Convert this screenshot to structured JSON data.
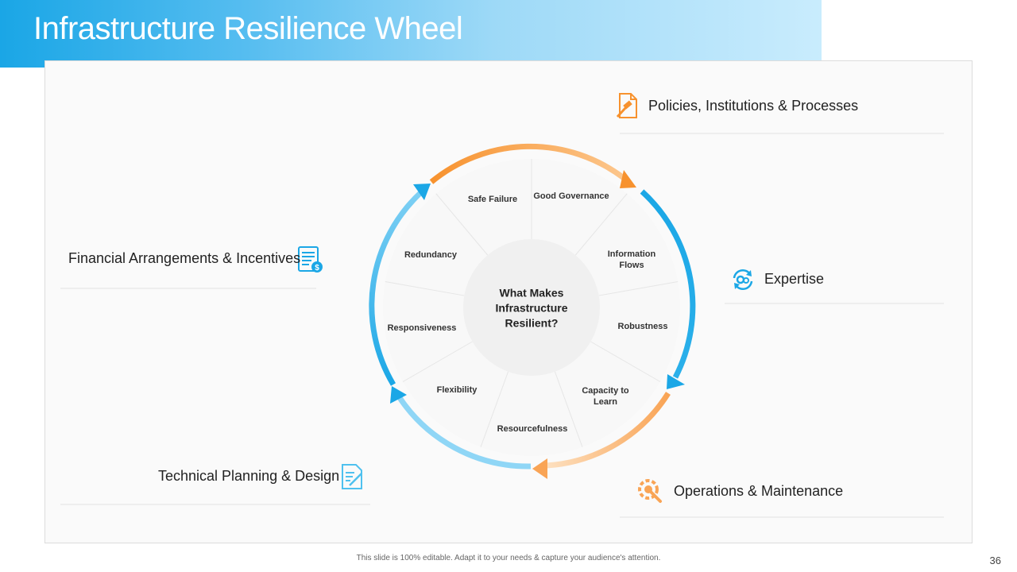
{
  "slide": {
    "title": "Infrastructure Resilience Wheel",
    "footer": "This slide is 100% editable. Adapt it to your needs & capture your audience's attention.",
    "page_number": "36"
  },
  "wheel": {
    "center": "What Makes\nInfrastructure\nResilient?",
    "sectors": [
      "Good Governance",
      "Information\nFlows",
      "Robustness",
      "Capacity to\nLearn",
      "Resourcefulness",
      "Flexibility",
      "Responsiveness",
      "Redundancy",
      "Safe Failure"
    ],
    "colors": {
      "orange": "#f7922e",
      "orange_light": "#fcd3a6",
      "blue": "#1ba7e6",
      "blue_light": "#8fd6f6"
    }
  },
  "pillars": [
    {
      "label": "Policies, Institutions & Processes",
      "icon": "gavel-icon"
    },
    {
      "label": "Expertise",
      "icon": "gears-refresh-icon"
    },
    {
      "label": "Operations & Maintenance",
      "icon": "wrench-gear-icon"
    },
    {
      "label": "Technical Planning & Design",
      "icon": "design-document-icon"
    },
    {
      "label": "Financial Arrangements & Incentives",
      "icon": "financial-document-icon"
    }
  ]
}
